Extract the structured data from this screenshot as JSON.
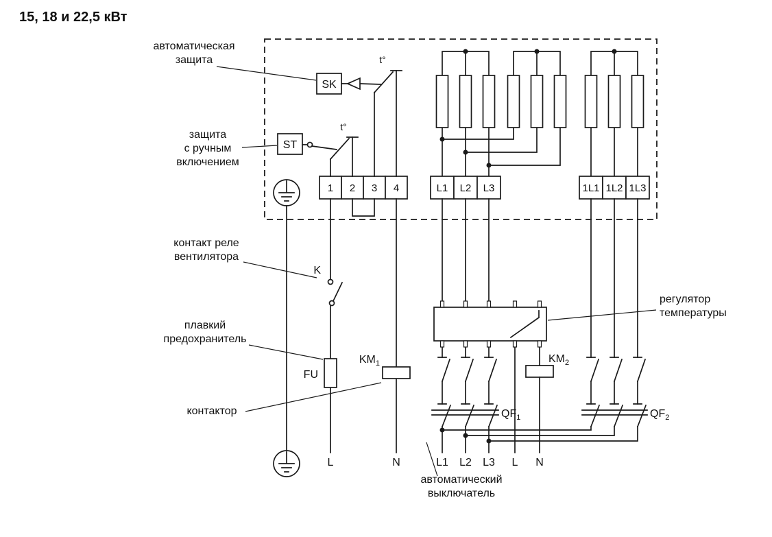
{
  "title": "15, 18 и 22,5 кВт",
  "callouts": {
    "auto_protection": [
      "автоматическая",
      "защита"
    ],
    "manual_protection": [
      "защита",
      "с ручным",
      "включением"
    ],
    "fan_relay_contact": [
      "контакт реле",
      "вентилятора"
    ],
    "fuse": [
      "плавкий",
      "предохранитель"
    ],
    "contactor": "контактор",
    "temperature_regulator": [
      "регулятор",
      "температуры"
    ],
    "circuit_breaker": [
      "автоматический",
      "выключатель"
    ]
  },
  "devices": {
    "sk": "SK",
    "st": "ST",
    "fu": "FU",
    "fan_relay": "K",
    "thermo_sk": "t°",
    "thermo_st": "t°",
    "km1": {
      "base": "KM",
      "sub": "1"
    },
    "km2": {
      "base": "KM",
      "sub": "2"
    },
    "qf1": {
      "base": "QF",
      "sub": "1"
    },
    "qf2": {
      "base": "QF",
      "sub": "2"
    }
  },
  "terminals": {
    "control": [
      "1",
      "2",
      "3",
      "4"
    ],
    "stage1": [
      "L1",
      "L2",
      "L3"
    ],
    "stage2": [
      "1L1",
      "1L2",
      "1L3"
    ]
  },
  "bottom_labels": {
    "line": "L",
    "neutral": "N",
    "l1": "L1",
    "l2": "L2",
    "l3": "L3",
    "reg_line": "L",
    "reg_neutral": "N"
  },
  "colors": {
    "ink": "#1a1a1a",
    "paper": "#ffffff"
  }
}
